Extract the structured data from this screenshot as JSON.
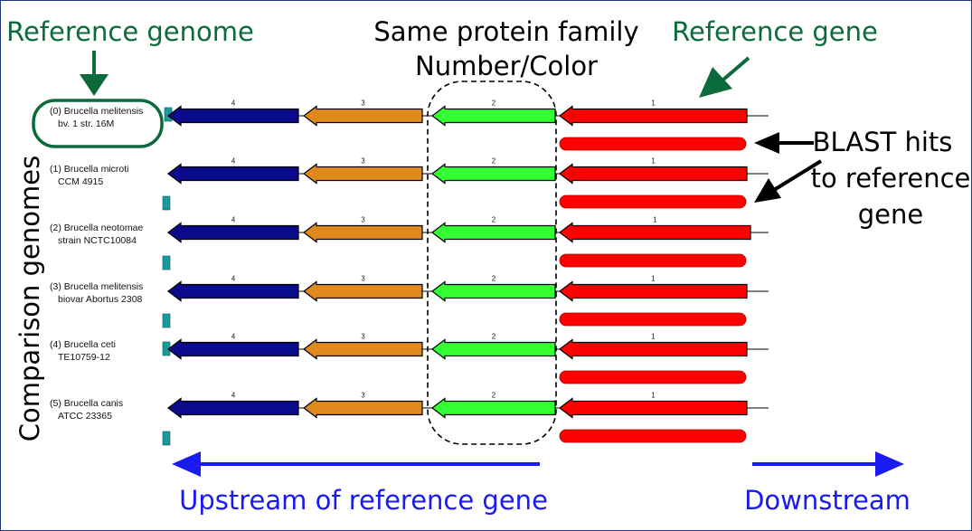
{
  "annotations": {
    "reference_genome": "Reference genome",
    "same_family_line1": "Same protein family",
    "same_family_line2": "Number/Color",
    "reference_gene": "Reference gene",
    "blast_line1": "BLAST hits",
    "blast_line2": "to reference",
    "blast_line3": "gene",
    "comparison_genomes": "Comparison genomes",
    "upstream": "Upstream of reference gene",
    "downstream": "Downstream"
  },
  "colors": {
    "gene_1": "#ff0000",
    "gene_2": "#33ff33",
    "gene_3": "#e08a1e",
    "gene_4": "#0a0a8c",
    "small_box": "#1a9a9a",
    "annotation_green": "#0b6b3a",
    "annotation_blue": "#1a1af2"
  },
  "genomes": [
    {
      "line1": "(0) Brucella melitensis",
      "line2": "bv. 1 str. 16M",
      "is_reference": true,
      "genes": [
        "4",
        "3",
        "2",
        "1"
      ],
      "has_blast_bar": true
    },
    {
      "line1": "(1) Brucella microti",
      "line2": "CCM 4915",
      "is_reference": false,
      "genes": [
        "4",
        "3",
        "2",
        "1"
      ],
      "has_blast_bar": true
    },
    {
      "line1": "(2) Brucella neotomae",
      "line2": "strain NCTC10084",
      "is_reference": false,
      "genes": [
        "4",
        "3",
        "2",
        "1"
      ],
      "has_blast_bar": true
    },
    {
      "line1": "(3) Brucella melitensis",
      "line2": "biovar Abortus 2308",
      "is_reference": false,
      "genes": [
        "4",
        "3",
        "2",
        "1"
      ],
      "has_blast_bar": true
    },
    {
      "line1": "(4) Brucella ceti",
      "line2": "TE10759-12",
      "is_reference": false,
      "genes": [
        "4",
        "3",
        "2",
        "1"
      ],
      "has_blast_bar": true
    },
    {
      "line1": "(5) Brucella canis",
      "line2": "ATCC 23365",
      "is_reference": false,
      "genes": [
        "4",
        "3",
        "2",
        "1"
      ],
      "has_blast_bar": true
    }
  ]
}
